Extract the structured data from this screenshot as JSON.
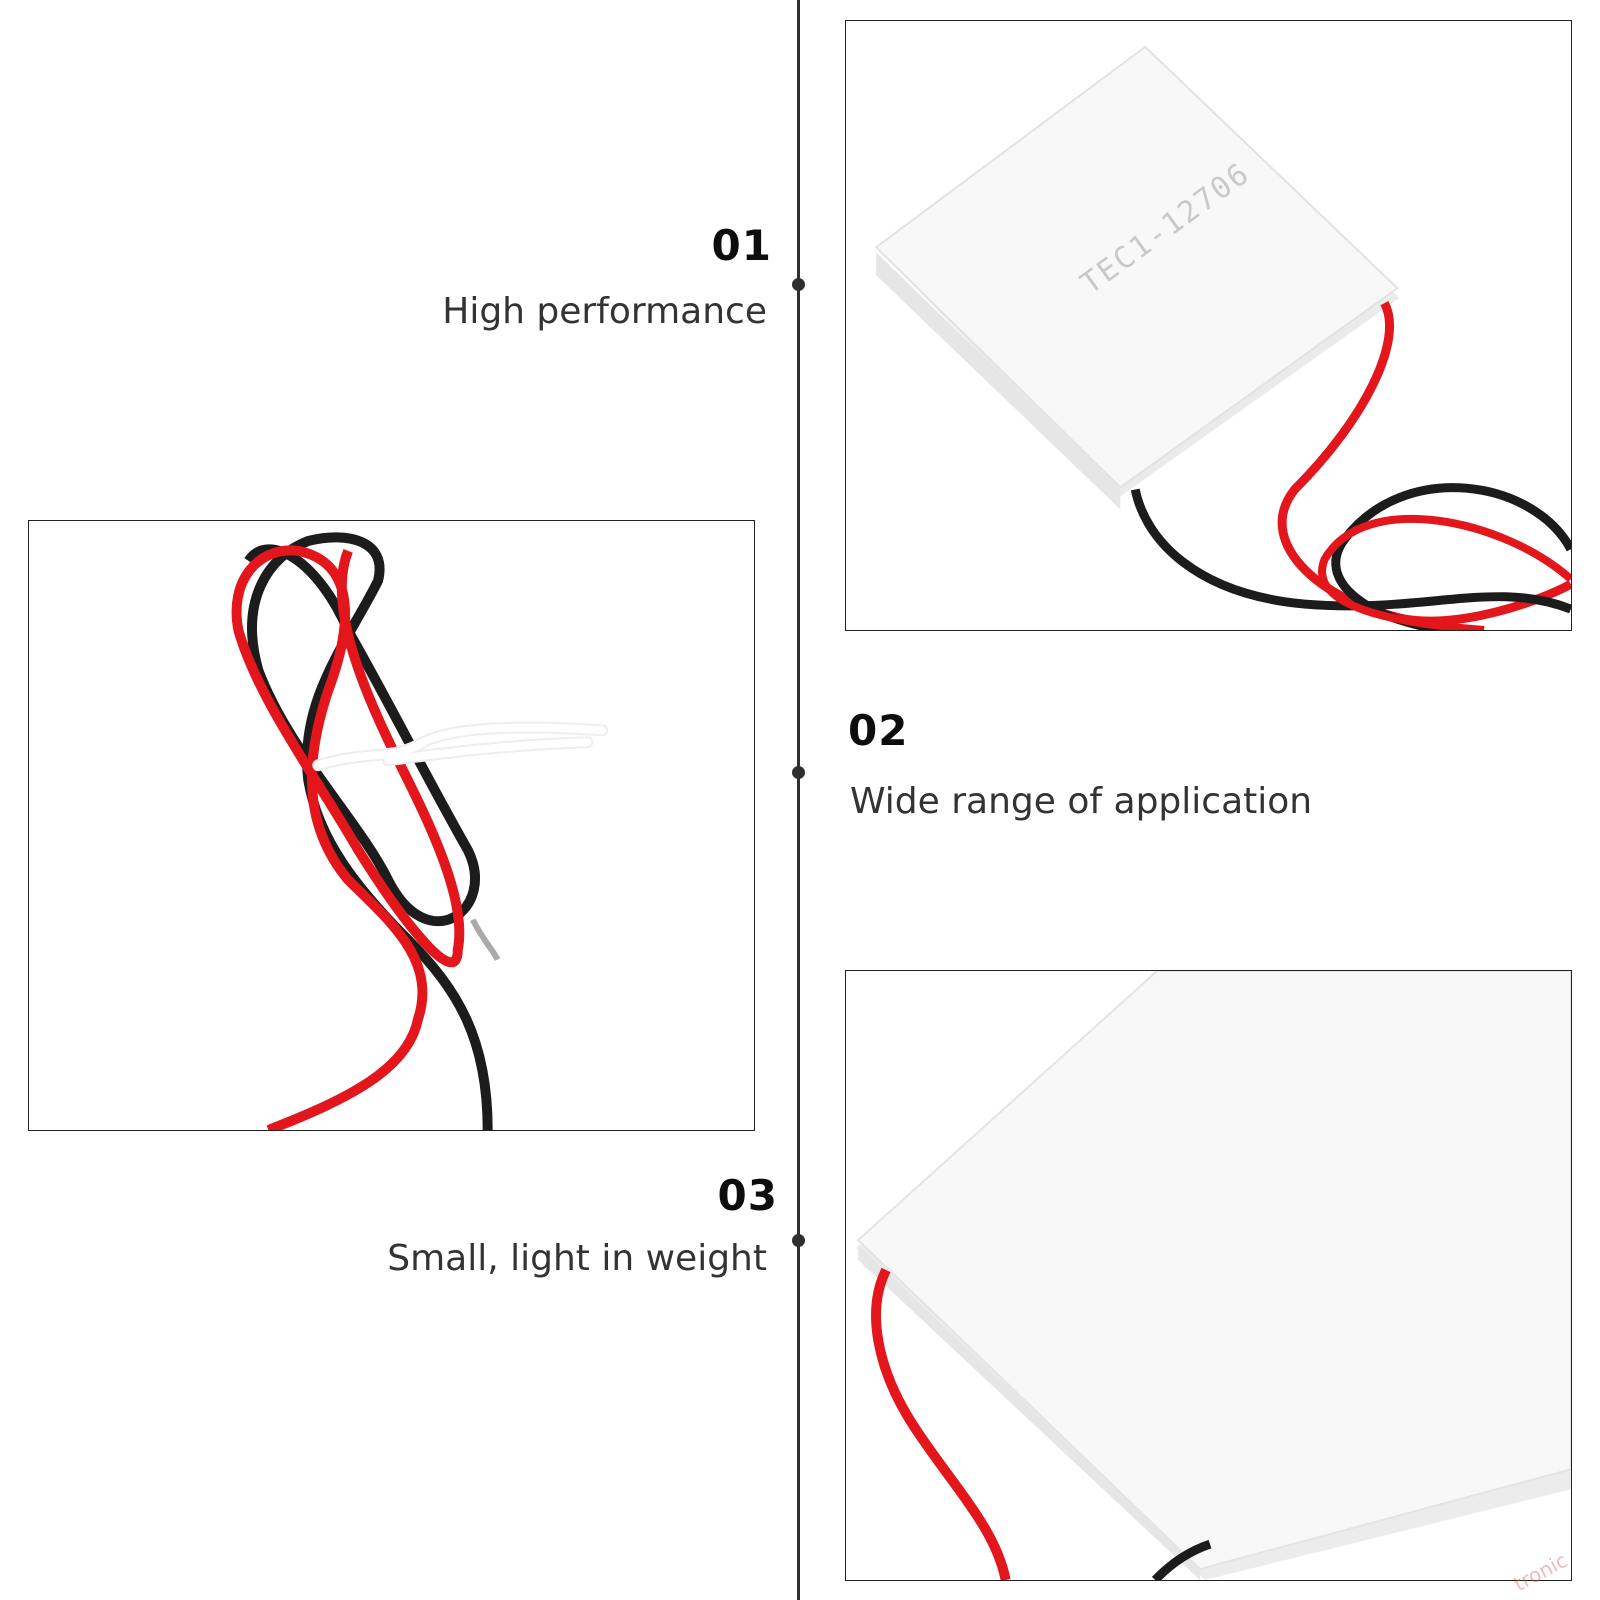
{
  "features": [
    {
      "number": "01",
      "label": "High performance"
    },
    {
      "number": "02",
      "label": "Wide range of application"
    },
    {
      "number": "03",
      "label": "Small, light in weight"
    }
  ],
  "module_marking": "TEC1-12706",
  "watermark": "tronic",
  "colors": {
    "wire_red": "#e3161c",
    "wire_black": "#1c1c1c",
    "timeline": "#2f2f2f",
    "module_white": "#f7f7f7"
  }
}
